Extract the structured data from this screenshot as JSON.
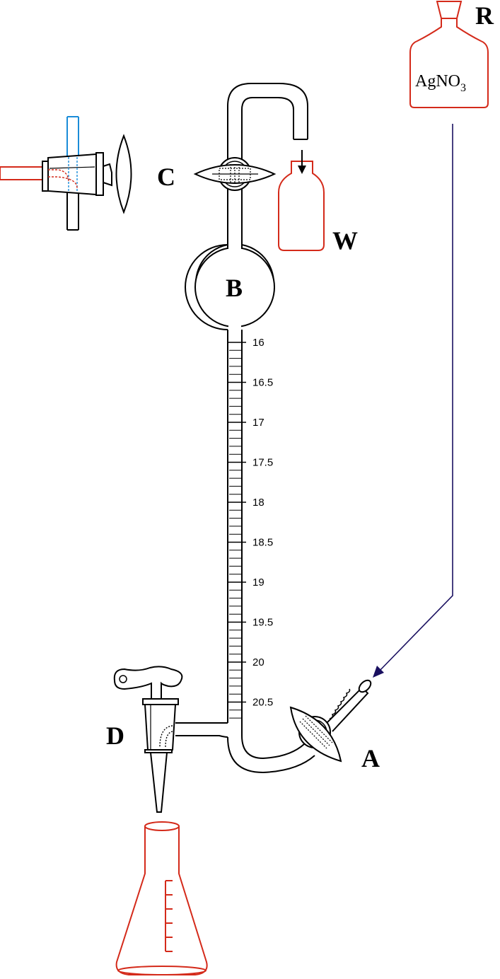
{
  "labels": {
    "A": "A",
    "B": "B",
    "C": "C",
    "D": "D",
    "R": "R",
    "W": "W"
  },
  "reagent": {
    "name": "AgNO",
    "subscript": "3"
  },
  "scale": {
    "ticks": [
      "16",
      "16.5",
      "17",
      "17.5",
      "18",
      "18.5",
      "19",
      "19.5",
      "20",
      "20.5"
    ]
  },
  "colors": {
    "glass": "#000000",
    "rubber_red": "#d42a1a",
    "flask_red": "#d42a1a",
    "channel_blue": "#1a8cd8",
    "arrow_navy": "#1a1060"
  }
}
